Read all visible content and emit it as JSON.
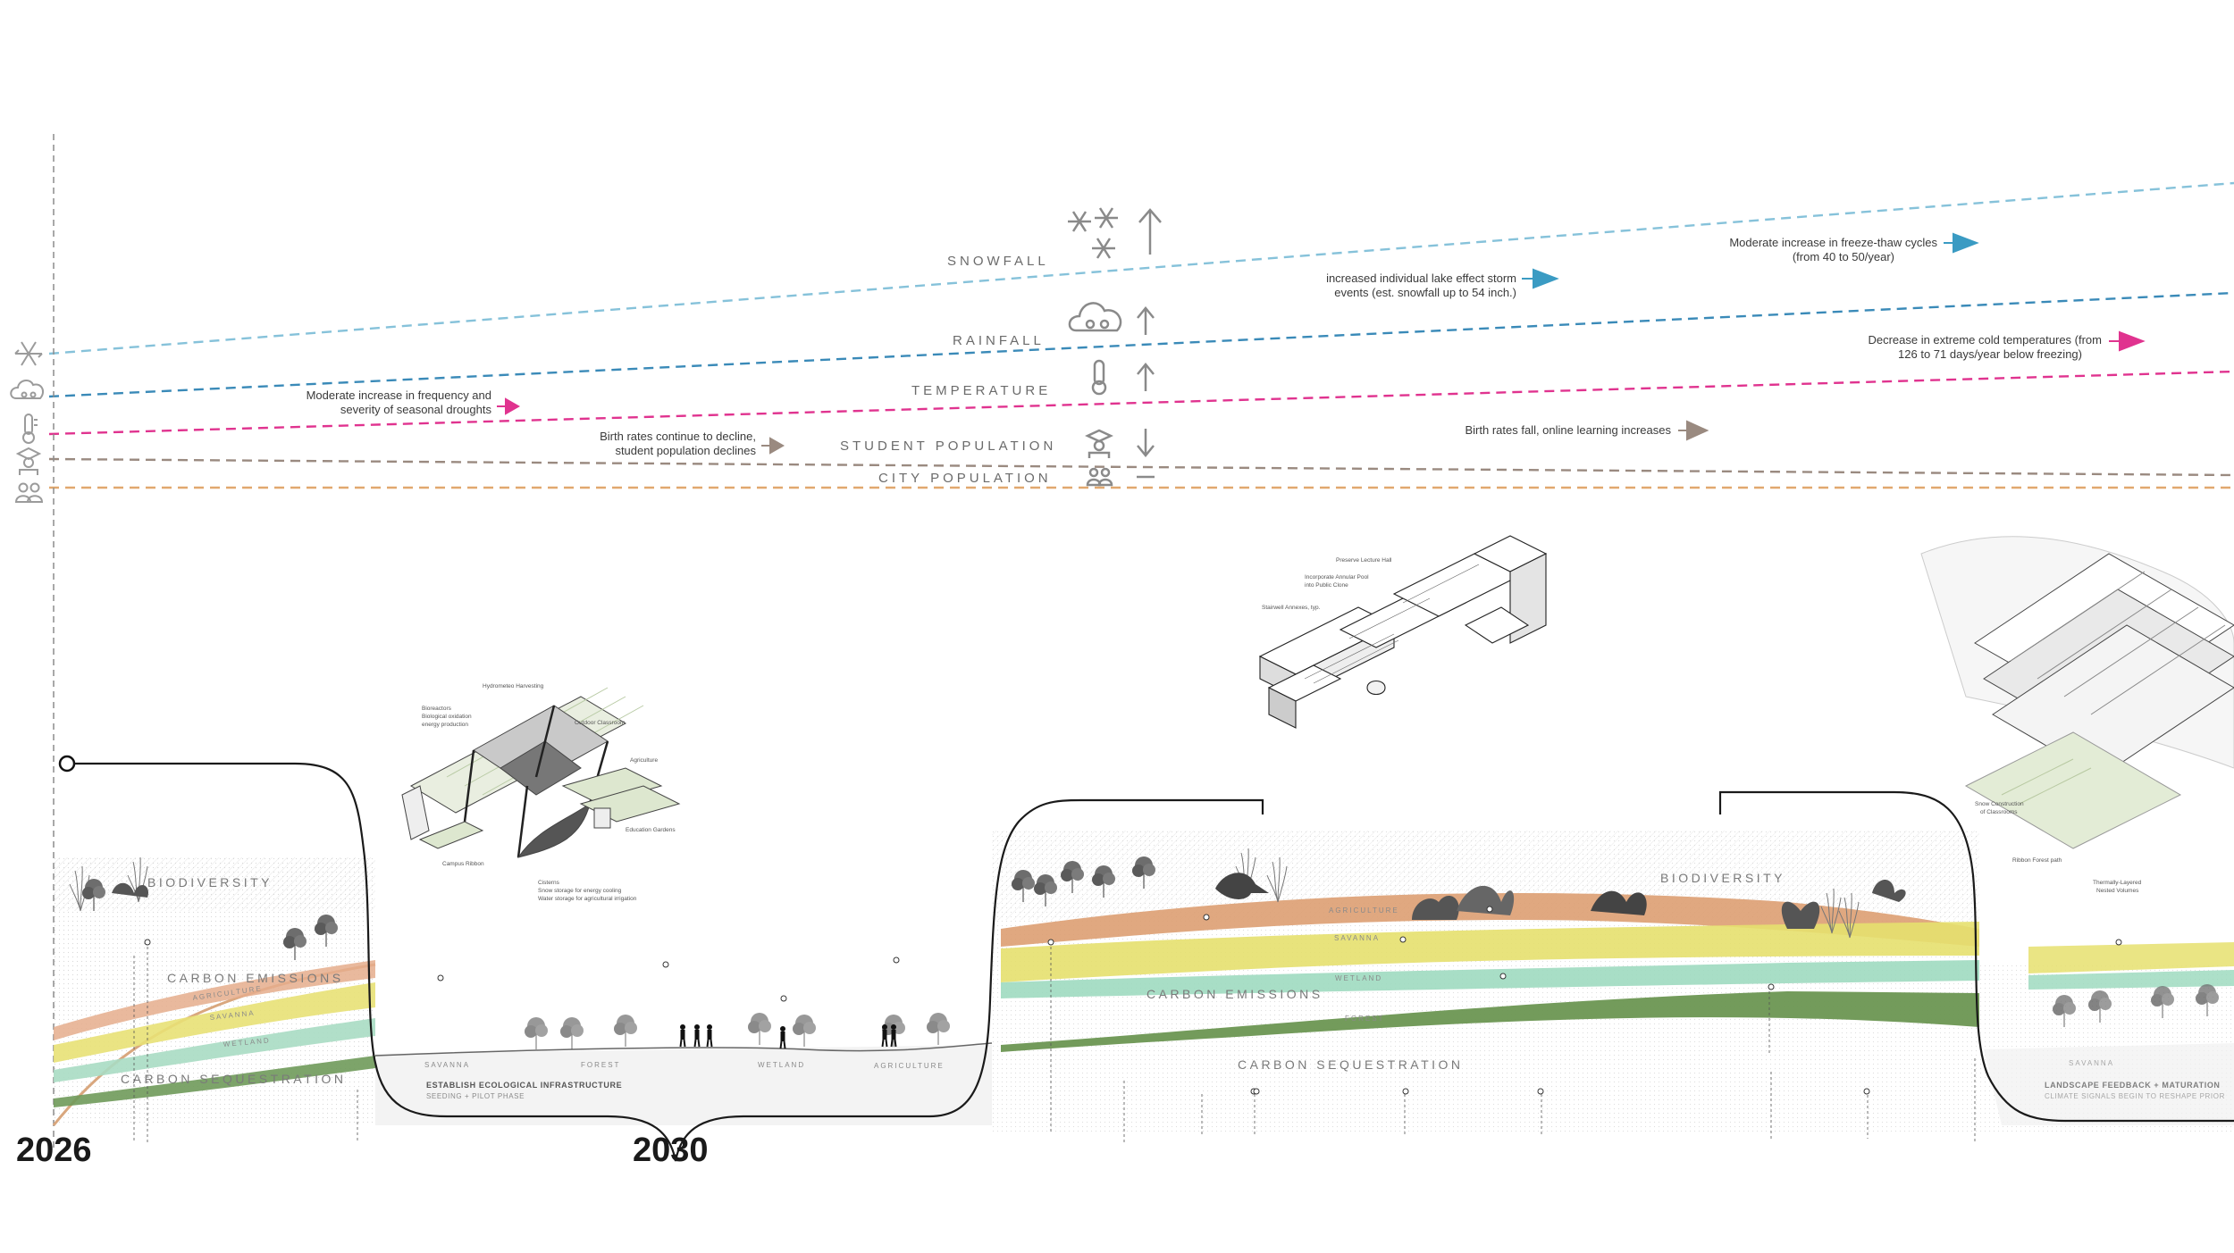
{
  "timeline": {
    "years": [
      "2026",
      "2030"
    ],
    "rows": [
      {
        "label": "SNOWFALL",
        "icon": "snowflake-icon",
        "trend": "increase",
        "color": "#86c2da"
      },
      {
        "label": "RAINFALL",
        "icon": "cloud-rain-icon",
        "trend": "increase",
        "color": "#3a8ab8"
      },
      {
        "label": "TEMPERATURE",
        "icon": "thermometer-icon",
        "trend": "increase",
        "color": "#e0338f"
      },
      {
        "label": "STUDENT POPULATION",
        "icon": "student-icon",
        "trend": "decrease",
        "color": "#9a8a80"
      },
      {
        "label": "CITY POPULATION",
        "icon": "people-icon",
        "trend": "stable",
        "color": "#e1a86f"
      }
    ]
  },
  "climate_notes": {
    "drought": [
      "Moderate increase in frequency and",
      "severity of seasonal droughts"
    ],
    "birth_rates": [
      "Birth rates continue to decline,",
      "student population declines"
    ],
    "lake_effect": [
      "increased individual lake effect storm",
      "events (est. snowfall up to 54 inch.)"
    ],
    "freeze_thaw": [
      "Moderate increase in freeze-thaw cycles",
      "(from 40 to 50/year)"
    ],
    "extreme_cold": [
      "Decrease in extreme cold temperatures (from",
      "126 to 71 days/year below freezing)"
    ],
    "online_learning": [
      "Birth rates fall, online learning increases"
    ]
  },
  "bands": {
    "biodiversity": "BIODIVERSITY",
    "carbon_emissions": "CARBON EMISSIONS",
    "carbon_sequestration": "CARBON SEQUESTRATION",
    "agriculture": "AGRICULTURE",
    "savanna": "SAVANNA",
    "wetland": "WETLAND",
    "forest": "FOREST"
  },
  "ground_labels": {
    "savanna": "SAVANNA",
    "forest": "FOREST",
    "wetland": "WETLAND",
    "agriculture": "AGRICULTURE"
  },
  "phases": [
    {
      "title": "ESTABLISH ECOLOGICAL INFRASTRUCTURE",
      "subtitle": "SEEDING + PILOT PHASE"
    },
    {
      "title": "LANDSCAPE FEEDBACK + MATURATION",
      "subtitle": "CLIMATE SIGNALS BEGIN TO RESHAPE PRIOR"
    }
  ],
  "pavilion_callouts": {
    "hydrometeo": "Hydrometeo Harvesting",
    "bioreactors": [
      "Bioreactors",
      "Biological oxidation",
      "energy production"
    ],
    "outdoor_classroom": "Outdoor Classroom",
    "agriculture": "Agriculture",
    "education_gardens": "Education Gardens",
    "campus_ribbon": "Campus Ribbon",
    "cisterns": [
      "Cisterns",
      "Snow storage for energy cooling",
      "Water storage for agricultural irrigation"
    ]
  },
  "building_callouts": {
    "lecture_hall": "Preserve Lecture Hall",
    "solar_pool": [
      "Incorporate Annular Pool",
      "into Public Clone"
    ],
    "stairwell": "Stairwell Annexes, typ."
  },
  "right_callouts": {
    "snow_construction": [
      "Snow Construction",
      "of Classrooms"
    ],
    "ribbon_forest": "Ribbon Forest path",
    "thermally_layered": [
      "Thermally-Layered",
      "Nested Volumes"
    ]
  }
}
